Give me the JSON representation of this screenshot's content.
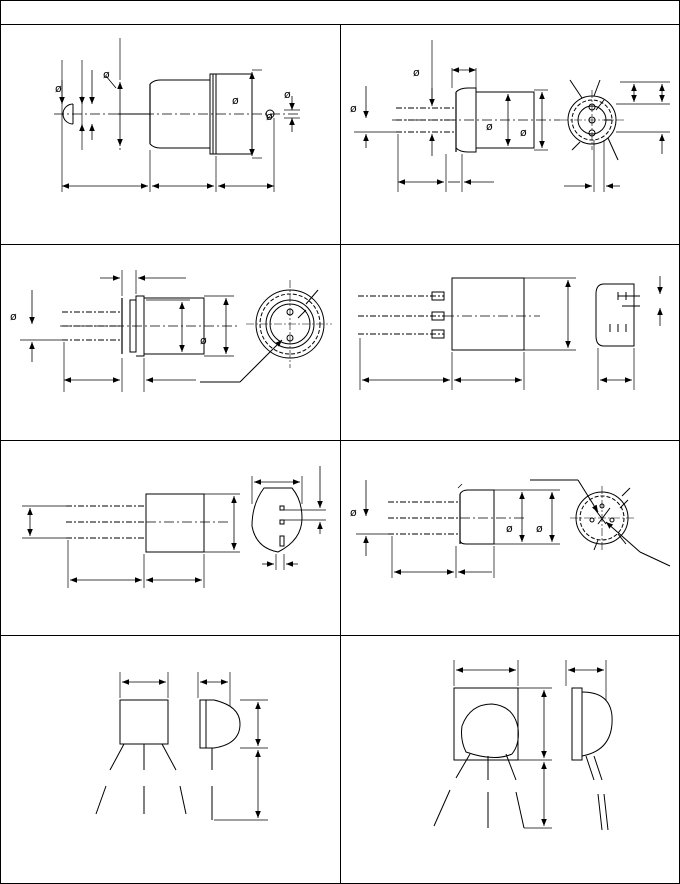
{
  "sheet": {
    "title": "",
    "ink_color": "#000000",
    "background_color": "#ffffff",
    "diameter_symbol": "ø"
  },
  "panels": [
    {
      "id": "panel-1",
      "view": "side"
    },
    {
      "id": "panel-2",
      "view": "side-and-end"
    },
    {
      "id": "panel-3",
      "view": "side-and-end"
    },
    {
      "id": "panel-4",
      "view": "side-and-end"
    },
    {
      "id": "panel-5",
      "view": "side-and-end"
    },
    {
      "id": "panel-6",
      "view": "side-and-end"
    },
    {
      "id": "panel-7",
      "view": "front-and-side"
    },
    {
      "id": "panel-8",
      "view": "front-and-side"
    }
  ]
}
